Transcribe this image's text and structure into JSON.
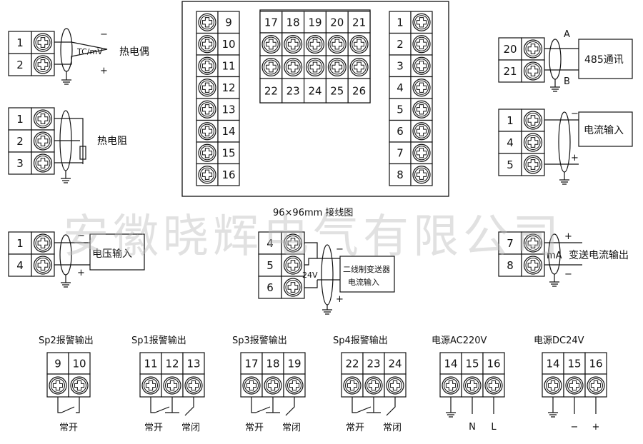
{
  "main_diagram": {
    "left_terminals": [
      "9",
      "10",
      "11",
      "12",
      "13",
      "14",
      "15",
      "16"
    ],
    "top_terminals": [
      "17",
      "18",
      "19",
      "20",
      "21"
    ],
    "bottom_terminals": [
      "22",
      "23",
      "24",
      "25",
      "26"
    ],
    "right_terminals": [
      "1",
      "2",
      "3",
      "4",
      "5",
      "6",
      "7",
      "8"
    ],
    "caption": "96×96mm 接线图"
  },
  "thermocouple": {
    "terminals": [
      "1",
      "2"
    ],
    "sensor_label": "TC/mV",
    "minus": "−",
    "plus": "+",
    "label": "热电偶"
  },
  "rtd": {
    "terminals": [
      "1",
      "2",
      "3"
    ],
    "label": "热电阻"
  },
  "voltage_input": {
    "terminals": [
      "1",
      "4"
    ],
    "minus": "−",
    "plus": "+",
    "label": "电压输入"
  },
  "two_wire": {
    "terminals": [
      "4",
      "5",
      "6"
    ],
    "supply": "24V",
    "minus": "−",
    "plus": "+",
    "label_line1": "二线制变送器",
    "label_line2": "电流输入"
  },
  "rs485": {
    "terminals": [
      "20",
      "21"
    ],
    "a": "A",
    "b": "B",
    "label": "485通讯"
  },
  "current_input": {
    "terminals": [
      "1",
      "4",
      "5"
    ],
    "minus": "−",
    "plus": "+",
    "label": "电流输入"
  },
  "transmit_output": {
    "terminals": [
      "7",
      "8"
    ],
    "plus": "+",
    "minus": "−",
    "unit": "mA",
    "label": "变送电流输出"
  },
  "watermark": "安徽晓辉电气有限公司",
  "bottom_blocks": [
    {
      "title": "Sp2报警输出",
      "terminals": [
        "9",
        "10"
      ],
      "labels": [
        "常开"
      ]
    },
    {
      "title": "Sp1报警输出",
      "terminals": [
        "11",
        "12",
        "13"
      ],
      "labels": [
        "常开",
        "常闭"
      ]
    },
    {
      "title": "Sp3报警输出",
      "terminals": [
        "17",
        "18",
        "19"
      ],
      "labels": [
        "常开",
        "常闭"
      ]
    },
    {
      "title": "Sp4报警输出",
      "terminals": [
        "22",
        "23",
        "24"
      ],
      "labels": [
        "常开",
        "常闭"
      ]
    },
    {
      "title": "电源AC220V",
      "terminals": [
        "14",
        "15",
        "16"
      ],
      "labels": [
        "N",
        "L"
      ]
    },
    {
      "title": "电源DC24V",
      "terminals": [
        "14",
        "15",
        "16"
      ],
      "labels": [
        "−",
        "+"
      ]
    }
  ]
}
